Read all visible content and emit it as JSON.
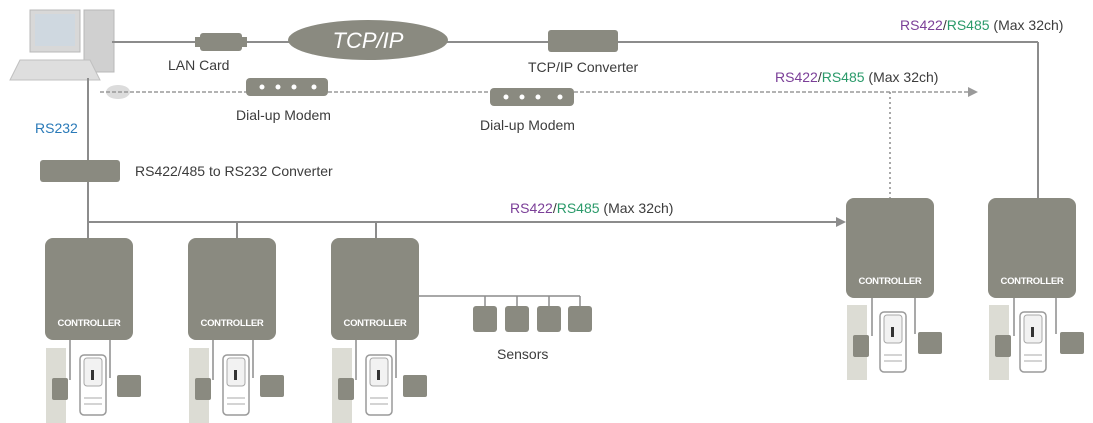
{
  "labels": {
    "lan_card": "LAN Card",
    "tcpip": "TCP/IP",
    "tcpip_converter": "TCP/IP Converter",
    "dialup_modem_1": "Dial-up Modem",
    "dialup_modem_2": "Dial-up Modem",
    "rs232": "RS232",
    "converter": "RS422/485 to RS232 Converter",
    "sensors": "Sensors",
    "controller": "CONTROLLER"
  },
  "bus_labels": {
    "top": {
      "rs422": "RS422",
      "slash": "/",
      "rs485": "RS485",
      "suffix": " (Max 32ch)"
    },
    "middle": {
      "rs422": "RS422",
      "slash": "/",
      "rs485": "RS485",
      "suffix": " (Max 32ch)"
    },
    "bottom": {
      "rs422": "RS422",
      "slash": "/",
      "rs485": "RS485",
      "suffix": " (Max 32ch)"
    }
  },
  "colors": {
    "device": "#8a8a80",
    "line": "#8c8c8c",
    "rs422": "#7b3f98",
    "rs485": "#2a9a6a",
    "rs232": "#2a7ab8"
  }
}
